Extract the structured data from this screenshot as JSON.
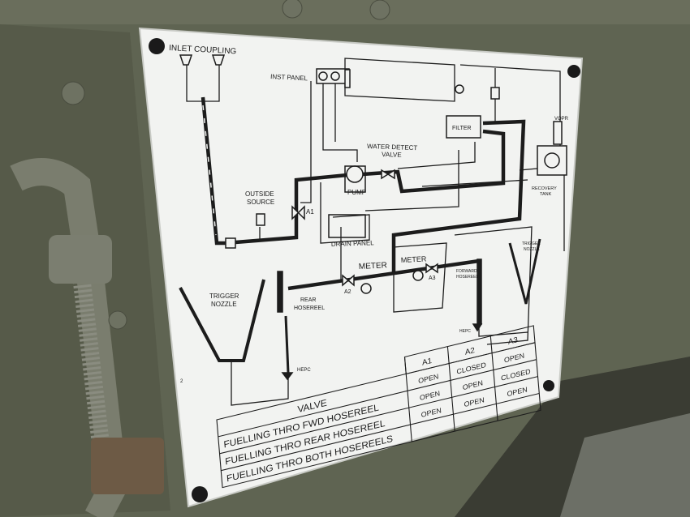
{
  "colors": {
    "plate": "#f2f3f1",
    "housing": "#5f6452",
    "line": "#1c1c1c",
    "screw": "#1a1a1a"
  },
  "labels": {
    "inlet_coupling": "INLET COUPLING",
    "inst_panel": "INST PANEL",
    "water_detect_1": "WATER DETECT",
    "water_detect_2": "VALVE",
    "filter": "FILTER",
    "pump": "PUMP",
    "vopr": "VOPR",
    "recovery_1": "RECOVERY",
    "recovery_2": "TANK",
    "outside_1": "OUTSIDE",
    "outside_2": "SOURCE",
    "a1": "A1",
    "a2": "A2",
    "a3": "A3",
    "drain_panel": "DRAIN PANEL",
    "meter_1": "METER",
    "meter_2": "METER",
    "forward_1": "FORWARD",
    "forward_2": "HOSEREEL",
    "rear_1": "REAR",
    "rear_2": "HOSEREEL",
    "trigger_left_1": "TRIGGER",
    "trigger_left_2": "NOZZLE",
    "trigger_right_1": "TRIGGER",
    "trigger_right_2": "NOZZLE",
    "hepc_left": "HEPC",
    "hepc_right": "HEPC",
    "corner_mark": "2"
  },
  "table": {
    "header": {
      "valve": "VALVE",
      "cols": [
        "A1",
        "A2",
        "A3"
      ]
    },
    "rows": [
      {
        "mode": "FUELLING THRO FWD HOSEREEL",
        "values": [
          "OPEN",
          "CLOSED",
          "OPEN"
        ]
      },
      {
        "mode": "FUELLING THRO REAR HOSEREEL",
        "values": [
          "OPEN",
          "OPEN",
          "CLOSED"
        ]
      },
      {
        "mode": "FUELLING THRO BOTH HOSEREELS",
        "values": [
          "OPEN",
          "OPEN",
          "OPEN"
        ]
      }
    ]
  }
}
